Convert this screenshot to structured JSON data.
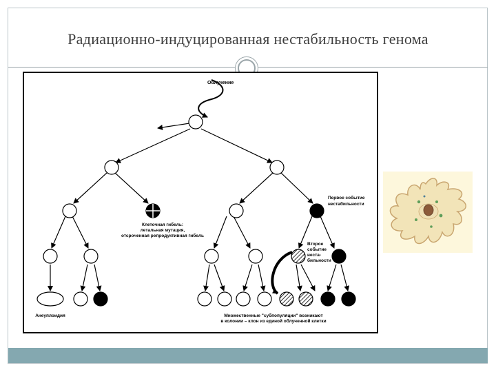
{
  "slide": {
    "title": "Радиационно-индуцированная нестабильность генома"
  },
  "diagram": {
    "labels": {
      "irradiation": "Облучение",
      "first_event": [
        "Первое событие",
        "нестабильности"
      ],
      "cell_death": [
        "Клеточная гибель:",
        "летальная мутация,",
        "отсроченная репродуктивная гибель"
      ],
      "second_event": [
        "Второе",
        "событие",
        "неста-",
        "бильности"
      ],
      "aneuploidy": "Анеуплоидия",
      "subpopulations": [
        "Множественные \"субпопуляции\" возникают",
        "в колонии – клон из единой облученной клетки"
      ]
    }
  },
  "colors": {
    "accent": "#84a8b0",
    "frame": "#b9c4c8",
    "title_text": "#3e3e3e"
  },
  "icons": [
    "amoeba-cell-image"
  ]
}
